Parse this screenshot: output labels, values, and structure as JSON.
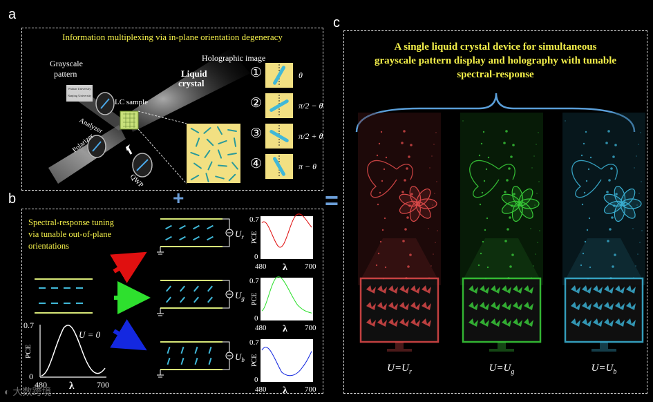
{
  "labels": {
    "a": "a",
    "b": "b",
    "c": "c"
  },
  "panel_a": {
    "title": "Information multiplexing via in-plane orientation degeneracy",
    "holographic_image": "Holographic image",
    "holo_word1": "Liquid",
    "holo_word2": "crystal",
    "grayscale1": "Grayscale",
    "grayscale2": "pattern",
    "wuhan": "Wuhan University",
    "nanjing": "Nanjing University",
    "lc_sample": "LC sample",
    "analyzer": "Analyzer",
    "polarizer": "Polarizer",
    "qwp": "QWP",
    "cases": [
      {
        "num": "①",
        "angle": "θ"
      },
      {
        "num": "②",
        "angle": "π/2 − θ"
      },
      {
        "num": "③",
        "angle": "π/2 + θ"
      },
      {
        "num": "④",
        "angle": "π − θ"
      }
    ]
  },
  "panel_b": {
    "text1": "Spectral-response tuning",
    "text2": "via tunable out-of-plane",
    "text3": "orientations",
    "u0": "U = 0",
    "ur": "U",
    "ur_sub": "r",
    "ug": "U",
    "ug_sub": "g",
    "ub": "U",
    "ub_sub": "b",
    "ylabel": "PCE",
    "xlabel": "λ",
    "x_min": "480",
    "x_max": "700",
    "y_max": "0.7",
    "y_min": "0",
    "colors": {
      "red": "#e01010",
      "green": "#2ee02e",
      "blue": "#1428e0"
    }
  },
  "panel_c": {
    "title1": "A single liquid crystal device for simultaneous",
    "title2": "grayscale pattern display and holography with tunable",
    "title3": "spectral-response",
    "captions": [
      {
        "u": "U",
        "eq": "=",
        "sub_u": "U",
        "sub": "r"
      },
      {
        "u": "U",
        "eq": "=",
        "sub_u": "U",
        "sub": "g"
      },
      {
        "u": "U",
        "eq": "=",
        "sub_u": "U",
        "sub": "b"
      }
    ],
    "colors": [
      "#d84848",
      "#38c838",
      "#3aaed0"
    ]
  },
  "operators": {
    "plus": "+",
    "equals": "="
  },
  "watermark": "大数跨境"
}
